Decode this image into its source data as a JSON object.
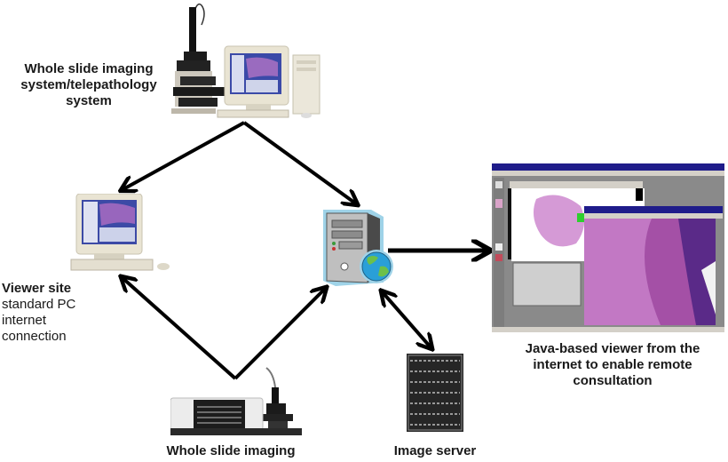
{
  "diagram": {
    "title": "Whole slide imaging / telepathology network",
    "nodes": [
      {
        "id": "wsi-telepathology",
        "label_lines": [
          "Whole slide imaging",
          "system/telepathology",
          "system"
        ],
        "icon": "microscope-workstation-icon"
      },
      {
        "id": "viewer-site",
        "label_bold": "Viewer site",
        "label_lines": [
          "standard PC",
          "internet",
          "connection"
        ],
        "icon": "desktop-pc-icon"
      },
      {
        "id": "web-server",
        "label_lines": [],
        "icon": "server-globe-icon"
      },
      {
        "id": "java-viewer",
        "label_lines": [
          "Java-based viewer from the",
          "internet to enable remote",
          "consultation"
        ],
        "icon": "viewer-screenshot-icon"
      },
      {
        "id": "image-server",
        "label_lines": [
          "Image server"
        ],
        "icon": "server-rack-icon"
      },
      {
        "id": "wsi-scanner",
        "label_lines": [
          "Whole slide imaging"
        ],
        "icon": "slide-scanner-icon"
      }
    ],
    "edges": [
      {
        "from": "wsi-telepathology",
        "to": "viewer-site",
        "direction": "forward"
      },
      {
        "from": "wsi-telepathology",
        "to": "web-server",
        "direction": "forward"
      },
      {
        "from": "wsi-scanner",
        "to": "viewer-site",
        "direction": "forward"
      },
      {
        "from": "wsi-scanner",
        "to": "web-server",
        "direction": "forward"
      },
      {
        "from": "web-server",
        "to": "java-viewer",
        "direction": "forward"
      },
      {
        "from": "web-server",
        "to": "image-server",
        "direction": "both"
      }
    ],
    "colors": {
      "arrow": "#000000",
      "server_outline": "#9fd3e8",
      "globe_ocean": "#2a9fd8",
      "globe_land": "#6cc04a",
      "tissue_pink": "#d59ad6",
      "tissue_purple": "#6a2d8f",
      "window_titlebar": "#1f1c8a"
    }
  }
}
